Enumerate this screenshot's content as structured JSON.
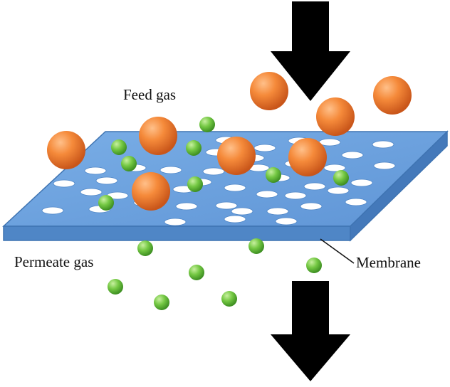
{
  "labels": {
    "feed": "Feed gas",
    "permeate": "Permeate gas",
    "membrane": "Membrane"
  },
  "colors": {
    "membrane_top": "#6fa3df",
    "membrane_edge": "#4f86c6",
    "membrane_outline": "#3f74b2",
    "pore": "#ffffff",
    "large_molecule": "#f07a2a",
    "small_molecule": "#6cc13c",
    "arrow": "#000000"
  },
  "icons": [
    "large-molecule-icon",
    "small-molecule-icon",
    "down-arrow-icon"
  ]
}
